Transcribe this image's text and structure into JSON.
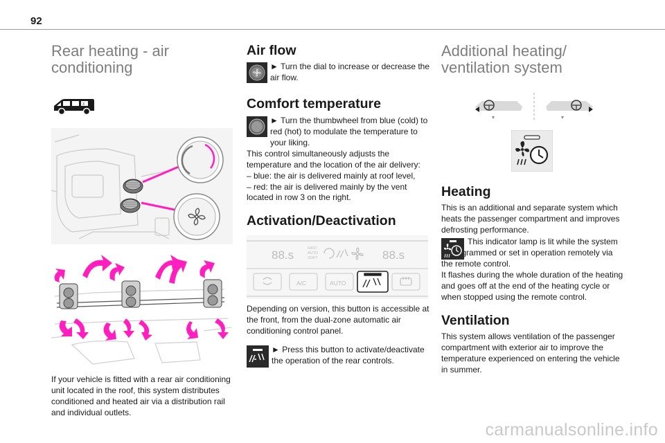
{
  "page": {
    "number": "92",
    "watermark": "carmanualsonline.info"
  },
  "col1": {
    "title": "Rear heating - air conditioning",
    "body": "If your vehicle is fitted with a rear air conditioning unit located in the roof, this system distributes conditioned and heated air via a distribution rail and individual outlets."
  },
  "col2": {
    "air_flow": {
      "heading": "Air flow",
      "text": "► Turn the dial to increase or decrease the air flow."
    },
    "comfort": {
      "heading": "Comfort temperature",
      "text": "► Turn the thumbwheel from blue (cold) to red (hot) to modulate the temperature to your liking.",
      "para": "This control simultaneously adjusts the temperature and the location of the air delivery:",
      "items": [
        "– blue: the air is delivered mainly at roof level,",
        "– red: the air is delivered mainly by the vent located in row 3 on the right."
      ]
    },
    "activation": {
      "heading": "Activation/Deactivation",
      "panel": {
        "left_display": "88.s",
        "right_display": "88.s",
        "mode_text": [
          "FAST",
          "AUTO",
          "SOFT"
        ],
        "buttons": [
          "A/C",
          "AUTO"
        ]
      },
      "para": "Depending on version, this button is accessible at the front, from the dual-zone automatic air conditioning control panel.",
      "bullet": "► Press this button to activate/deactivate the operation of the rear controls."
    }
  },
  "col3": {
    "title": "Additional heating/ ventilation system",
    "heating": {
      "heading": "Heating",
      "para1": "This is an additional and separate system which heats the passenger compartment and improves defrosting performance.",
      "indicator_text": "This indicator lamp is lit while the system is programmed or set in operation remotely via the remote control.",
      "para2": "It flashes during the whole duration of the heating and goes off at the end of the heating cycle or when stopped using the remote control."
    },
    "ventilation": {
      "heading": "Ventilation",
      "para": "This system allows ventilation of the passenger compartment with exterior air to improve the temperature experienced on entering the vehicle in summer."
    }
  },
  "colors": {
    "accent_magenta": "#ff1fbf",
    "title_grey": "#7d7d7d",
    "text": "#1a1a1a"
  }
}
